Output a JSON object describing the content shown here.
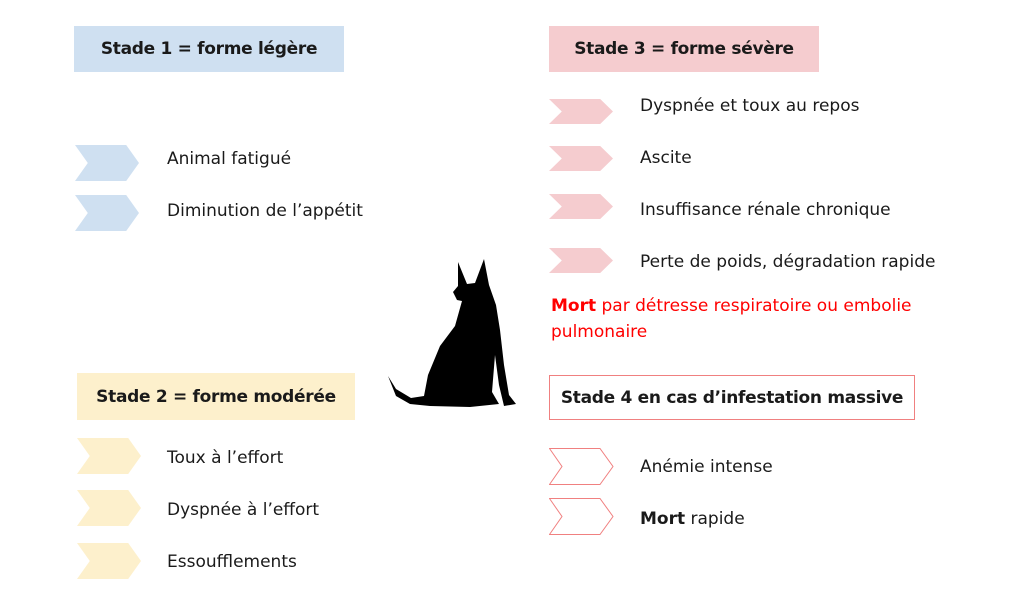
{
  "colors": {
    "stage1": "#cfe0f1",
    "stage2": "#fdf0cc",
    "stage3": "#f5cccf",
    "stage4_border": "#f08080",
    "death": "#ff0000"
  },
  "stage1": {
    "title": "Stade 1 = forme légère",
    "items": [
      "Animal fatigué",
      "Diminution de l’appétit"
    ]
  },
  "stage2": {
    "title": "Stade 2 = forme modérée",
    "items": [
      "Toux à l’effort",
      "Dyspnée à l’effort",
      "Essoufflements"
    ]
  },
  "stage3": {
    "title": "Stade 3 = forme sévère",
    "items": [
      "Dyspnée et toux au repos",
      "Ascite",
      "Insuffisance rénale chronique",
      "Perte de poids, dégradation rapide"
    ],
    "death_bold": "Mort",
    "death_rest_line1": " par détresse respiratoire ou embolie",
    "death_line2": "pulmonaire"
  },
  "stage4": {
    "title": "Stade 4 en cas d’infestation massive",
    "items": [
      "Anémie intense"
    ],
    "death_bold": "Mort",
    "death_rest": " rapide"
  },
  "icon": "dog-silhouette-icon"
}
